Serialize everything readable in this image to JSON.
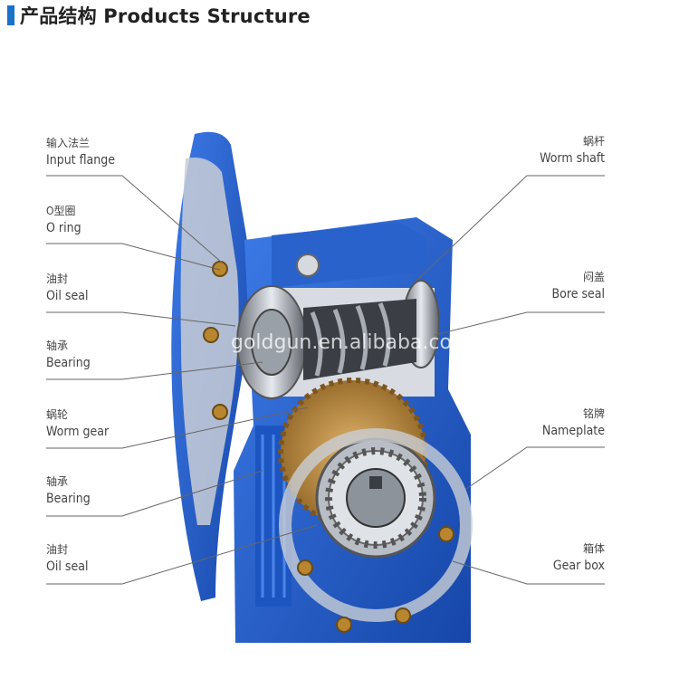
{
  "header": {
    "title": "产品结构 Products Structure",
    "accent_color": "#1a73c9"
  },
  "watermark": "goldgun.en.alibaba.com",
  "labels": {
    "left": [
      {
        "zh": "输入法兰",
        "en": "Input flange"
      },
      {
        "zh": "O型圈",
        "en": "O ring"
      },
      {
        "zh": "油封",
        "en": "Oil seal"
      },
      {
        "zh": "轴承",
        "en": "Bearing"
      },
      {
        "zh": "蜗轮",
        "en": "Worm gear"
      },
      {
        "zh": "轴承",
        "en": "Bearing"
      },
      {
        "zh": "油封",
        "en": "Oil seal"
      }
    ],
    "right": [
      {
        "zh": "蜗杆",
        "en": "Worm shaft"
      },
      {
        "zh": "闷盖",
        "en": "Bore seal"
      },
      {
        "zh": "铭牌",
        "en": "Nameplate"
      },
      {
        "zh": "箱体",
        "en": "Gear box"
      }
    ]
  },
  "colors": {
    "housing_blue": "#1f5fd1",
    "aluminum": "#c9ced6",
    "bronze": "#c79a4c"
  }
}
